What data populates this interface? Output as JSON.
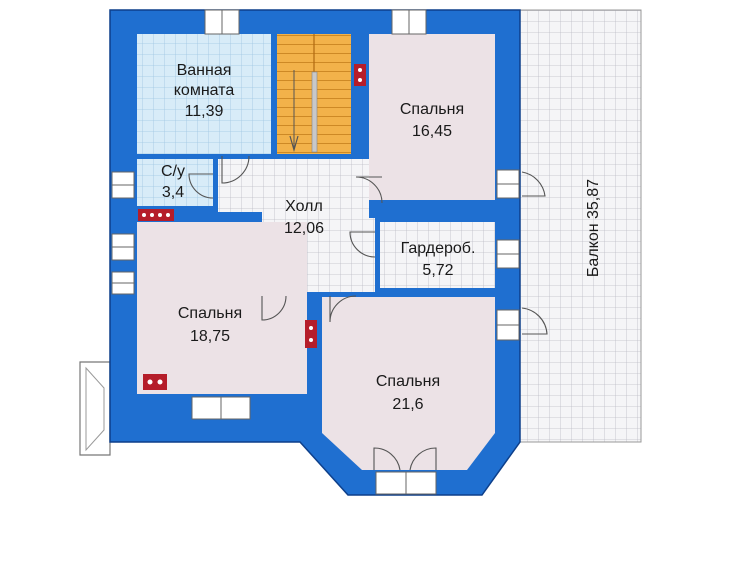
{
  "colors": {
    "wall": "#1f6fd0",
    "wall_edge": "#0d3f8a",
    "bedroom": "#ece2e6",
    "tile": "#f5f5f7",
    "tile_grid": "#bcbcc6",
    "bath": "#d8ecf8",
    "bath_grid": "#9fc6e2",
    "stair": "#f2b24a",
    "stove": "#b51d2a",
    "frame": "#666666"
  },
  "rooms": {
    "bath": {
      "name_line1": "Ванная",
      "name_line2": "комната",
      "area": "11,39"
    },
    "wc": {
      "name": "С/у",
      "area": "3,4"
    },
    "bedroom_ne": {
      "name": "Спальня",
      "area": "16,45"
    },
    "hall": {
      "name": "Холл",
      "area": "12,06"
    },
    "wardrobe": {
      "name": "Гардероб.",
      "area": "5,72"
    },
    "bedroom_w": {
      "name": "Спальня",
      "area": "18,75"
    },
    "bedroom_s": {
      "name": "Спальня",
      "area": "21,6"
    },
    "balcony": {
      "label": "Балкон 35,87"
    }
  }
}
